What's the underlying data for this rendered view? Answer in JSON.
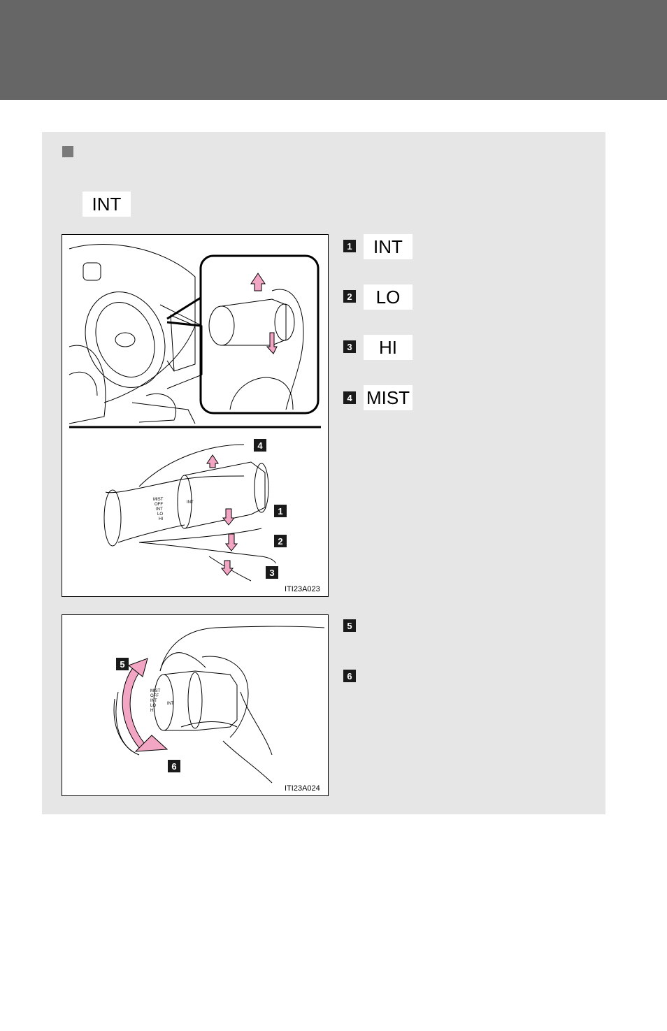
{
  "intro": {
    "mode_label": "INT"
  },
  "steps_top": [
    {
      "number": "1",
      "label": "INT"
    },
    {
      "number": "2",
      "label": "LO"
    },
    {
      "number": "3",
      "label": "HI"
    },
    {
      "number": "4",
      "label": "MIST"
    }
  ],
  "steps_bottom": [
    {
      "number": "5"
    },
    {
      "number": "6"
    }
  ],
  "figure1": {
    "code": "ITI23A023",
    "callouts": [
      "4",
      "1",
      "2",
      "3"
    ],
    "switch_positions": [
      "MIST",
      "OFF",
      "INT",
      "LO",
      "HI"
    ],
    "ring_label": "INT"
  },
  "figure2": {
    "code": "ITI23A024",
    "callouts": [
      "5",
      "6"
    ],
    "switch_positions": [
      "MIST",
      "OFF",
      "INT",
      "LO",
      "HI"
    ],
    "ring_label": "INT"
  },
  "colors": {
    "header": "#666666",
    "panel": "#e6e6e6",
    "arrow": "#f2a6c4",
    "badge": "#1a1a1a"
  }
}
